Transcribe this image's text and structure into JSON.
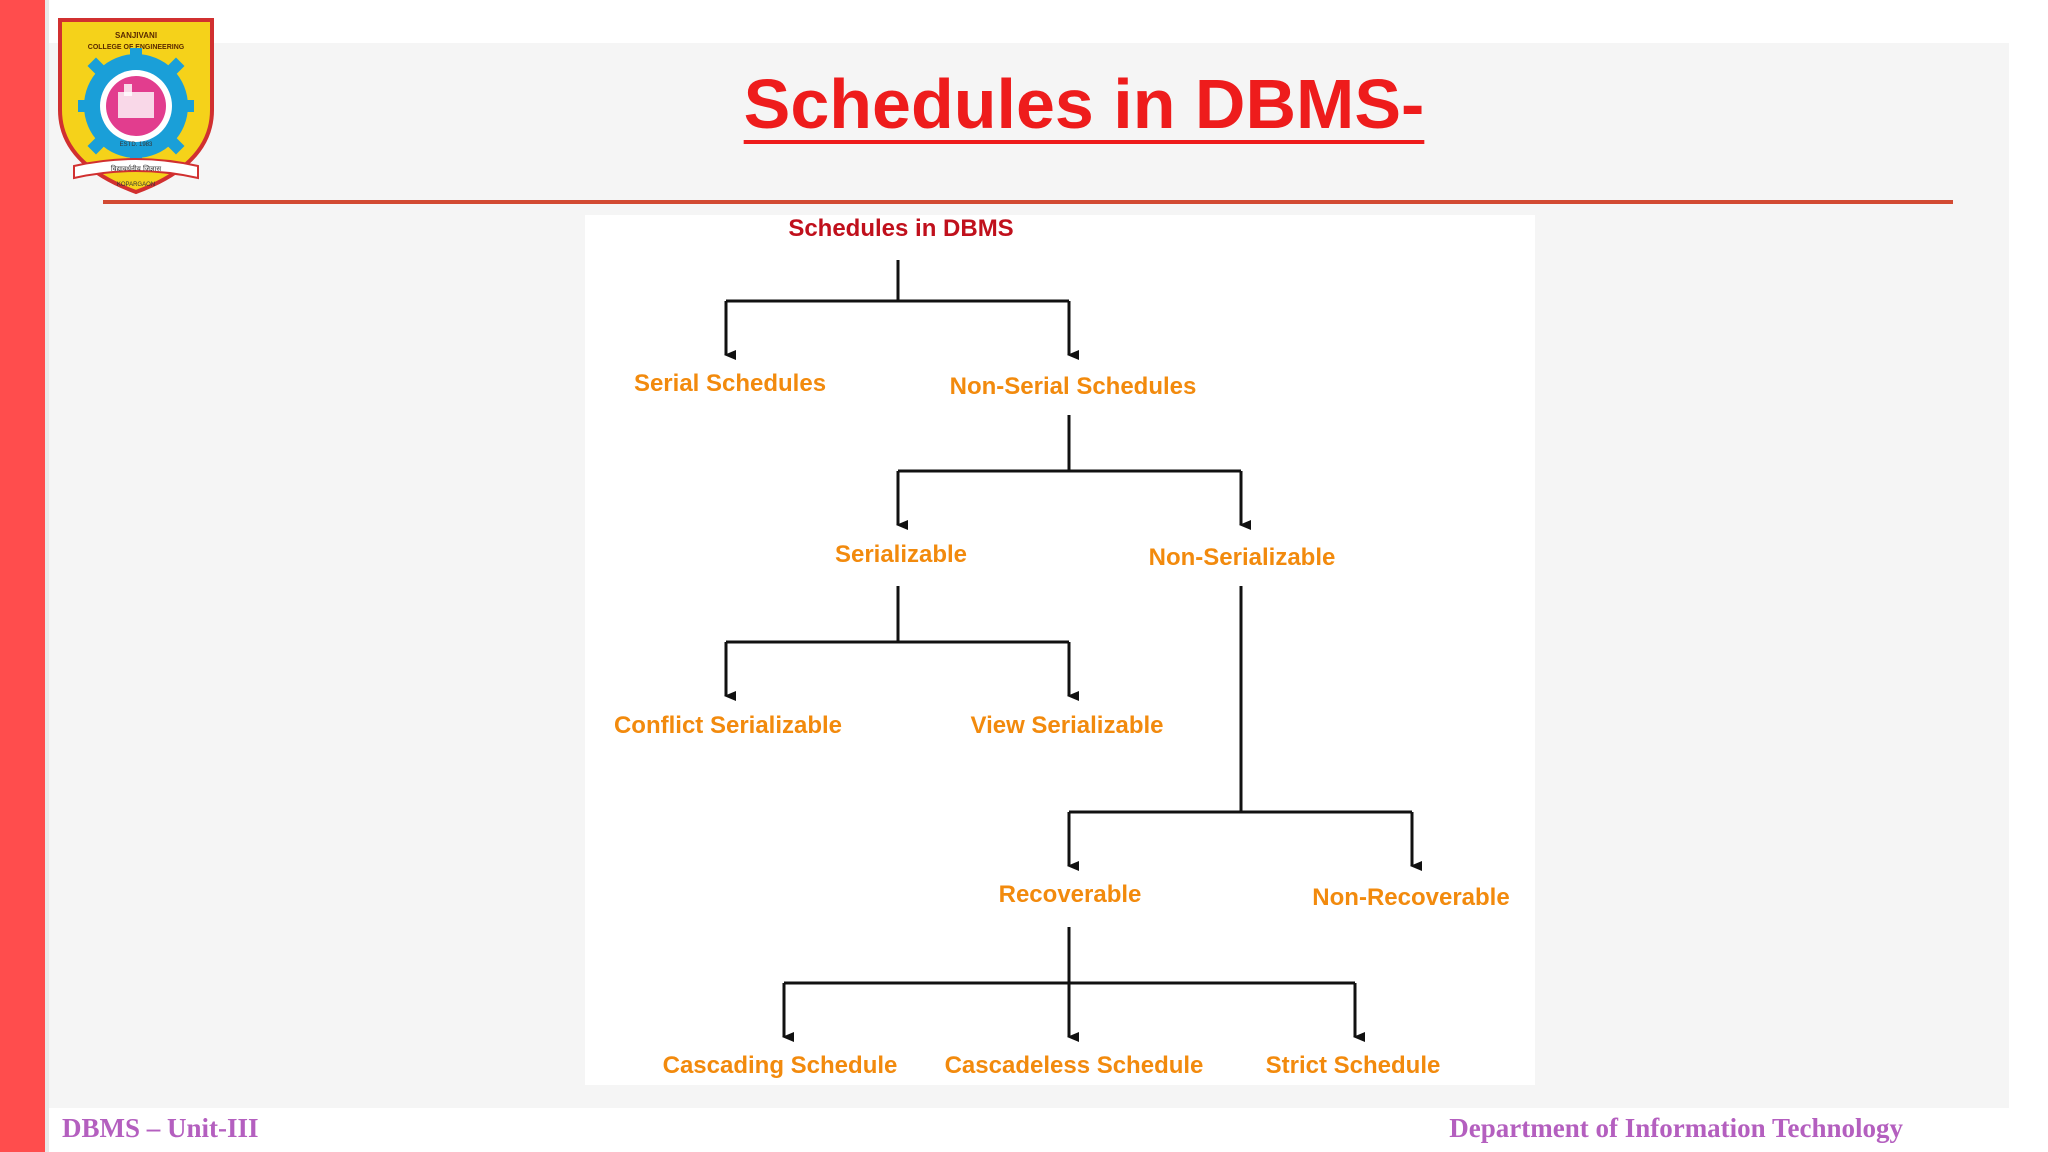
{
  "slide": {
    "title": "Schedules in DBMS-"
  },
  "logo": {
    "top_text": "SANJIVANI",
    "sub_text": "COLLEGE OF ENGINEERING",
    "motto": "विद्यावर्धनीय जिज्ञास",
    "place": "KOPARGAON",
    "year": "ESTD. 1983",
    "colors": {
      "shield": "#f5d21a",
      "gear": "#1a9fd8",
      "inner": "#e23d8e",
      "border": "#d13030"
    }
  },
  "diagram": {
    "nodes": {
      "root": "Schedules in DBMS",
      "serial": "Serial Schedules",
      "non_serial": "Non-Serial Schedules",
      "serializable": "Serializable",
      "non_serializable": "Non-Serializable",
      "conflict": "Conflict Serializable",
      "view": "View Serializable",
      "recoverable": "Recoverable",
      "non_recoverable": "Non-Recoverable",
      "cascading": "Cascading Schedule",
      "cascadeless": "Cascadeless Schedule",
      "strict": "Strict Schedule"
    },
    "colors": {
      "root": "#c0101c",
      "child": "#f28a0d",
      "connector": "#111111"
    }
  },
  "footer": {
    "left": "DBMS – Unit-III",
    "right": "Department of Information Technology"
  }
}
